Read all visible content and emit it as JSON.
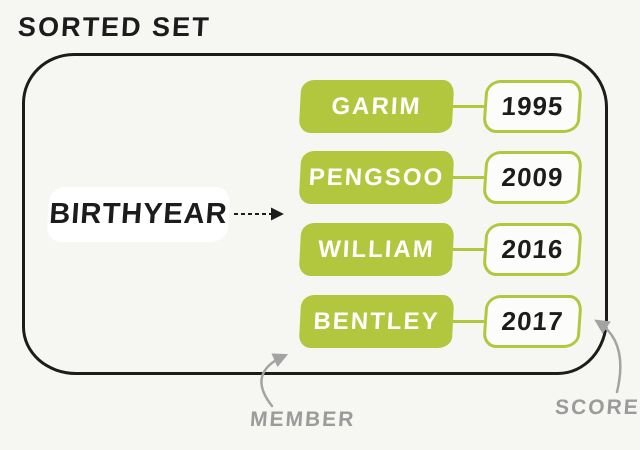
{
  "title": "SORTED SET",
  "diagram": {
    "key_label": "BIRTHYEAR",
    "entries": [
      {
        "member": "GARIM",
        "score": "1995"
      },
      {
        "member": "PENGSOO",
        "score": "2009"
      },
      {
        "member": "WILLIAM",
        "score": "2016"
      },
      {
        "member": "BENTLEY",
        "score": "2017"
      }
    ],
    "member_label": "MEMBER",
    "score_label": "SCORE"
  },
  "colors": {
    "green": "#b2c73e",
    "ink": "#1c1c1c",
    "gray": "#9b9b9b",
    "bg": "#f6f6f3",
    "white": "#ffffff"
  }
}
